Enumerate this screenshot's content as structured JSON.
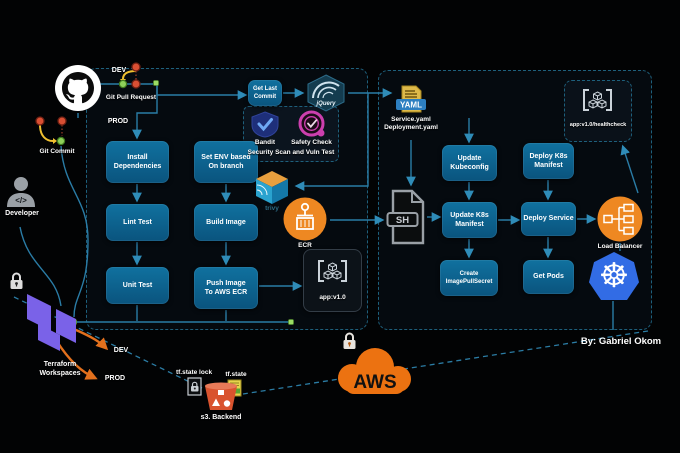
{
  "credit": "By: Gabriel Okom",
  "colors": {
    "process_box_blue": "#0d6391",
    "connector_teal": "#2a7ca6",
    "aws_orange": "#ec7211",
    "kubernetes_blue": "#326ce5",
    "terraform_purple": "#7a62e8",
    "git_dot_red": "#d94f33",
    "git_dot_green": "#8ed05a",
    "arrow_yellow": "#f0c030",
    "safety_magenta": "#cc3fae",
    "s3_red": "#d9532e",
    "yaml_doc_yellow": "#ddb94a",
    "yaml_band_blue": "#2d7fc1"
  },
  "icons": {
    "kubernetes_wheel": "☸",
    "developer_code": "</>"
  },
  "actors": {
    "developer": "Developer",
    "github_dev": "DEV",
    "github_prod": "PROD",
    "git_pull_request": "Git Pull Request",
    "git_commit": "Git Commit"
  },
  "ci": {
    "get_last_commit": "Get Last\nCommit",
    "jquery": "jQuery",
    "install_dependencies": "Install\nDependencies",
    "lint_test": "Lint Test",
    "unit_test": "Unit Test",
    "set_env": "Set ENV based\nOn branch",
    "build_image": "Build Image",
    "push_image": "Push Image\nTo AWS ECR",
    "bandit": "Bandit",
    "safety_check": "Safety Check",
    "security_caption": "Security Scan and Vuln Test",
    "trivy": "trivy",
    "ecr": "ECR",
    "image_tag": "app:v1.0"
  },
  "cd": {
    "yaml_badge": "YAML",
    "yaml_files": "Service.yaml\nDeployment.yaml",
    "sh": "SH",
    "update_kubeconfig": "Update\nKubeconfig",
    "update_k8s_manifest": "Update K8s\nManifest",
    "create_image_pull_secret": "Create\nImagePullSecret",
    "deploy_k8s_manifest": "Deploy K8s\nManifest",
    "deploy_service": "Deploy Service",
    "get_pods": "Get Pods",
    "healthcheck_tag": "app:v1.0/healthcheck",
    "load_balancer": "Load Balancer"
  },
  "infra": {
    "terraform_workspaces": "Terraform\nWorkspaces",
    "tf_dev": "DEV",
    "tf_prod": "PROD",
    "tf_state_lock": "tf.state lock",
    "tf_state": "tf.state",
    "s3_backend": "s3. Backend",
    "aws": "AWS"
  }
}
